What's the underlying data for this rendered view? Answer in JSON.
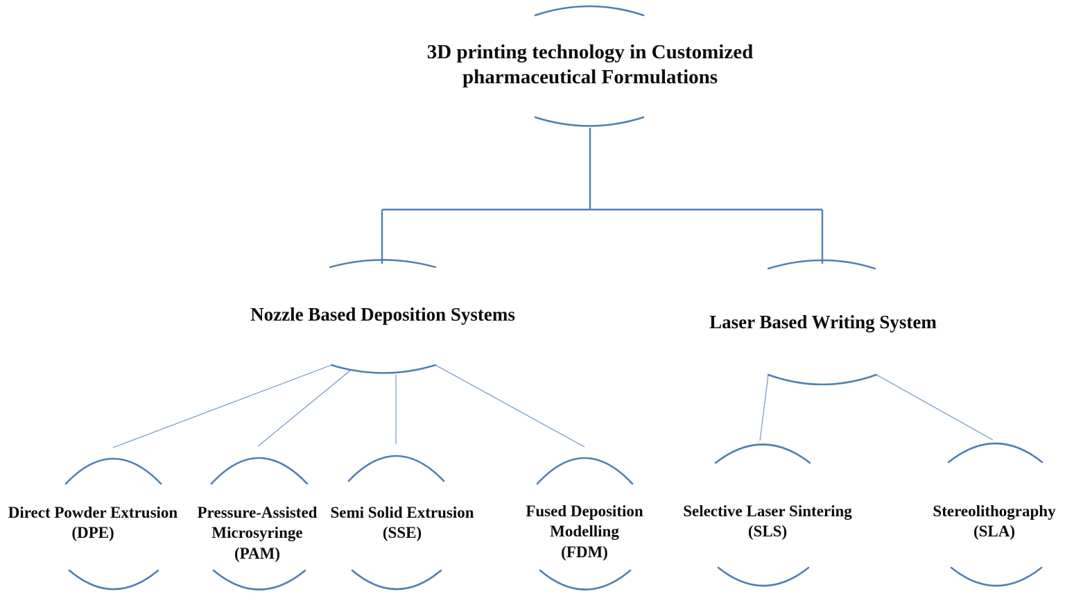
{
  "figure": {
    "kind": "hierarchy-tree-diagram",
    "background_color": "#ffffff",
    "line_color": "#4f7fb3",
    "thin_line_color": "#6d96c4",
    "text_color": "#0d0d0d"
  },
  "tree": {
    "root": {
      "id": "root",
      "label": "3D printing technology in Customized\npharmaceutical  Formulations"
    },
    "level2": [
      {
        "id": "nozzle-based-deposition-systems",
        "label": "Nozzle Based Deposition Systems"
      },
      {
        "id": "laser-based-writing-system",
        "label": "Laser Based Writing System"
      }
    ],
    "leaves": [
      {
        "id": "direct-powder-extrusion",
        "parent": "nozzle-based-deposition-systems",
        "name": "Direct Powder Extrusion",
        "abbr": "(DPE)",
        "label": "Direct Powder Extrusion\n(DPE)"
      },
      {
        "id": "pressure-assisted-microsyringe",
        "parent": "nozzle-based-deposition-systems",
        "name": "Pressure-Assisted Microsyringe",
        "abbr": "(PAM)",
        "label": "Pressure-Assisted\nMicrosyringe\n(PAM)"
      },
      {
        "id": "semi-solid-extrusion",
        "parent": "nozzle-based-deposition-systems",
        "name": "Semi Solid  Extrusion",
        "abbr": "(SSE)",
        "label": "Semi Solid  Extrusion\n(SSE)"
      },
      {
        "id": "fused-deposition-modelling",
        "parent": "nozzle-based-deposition-systems",
        "name": "Fused Deposition Modelling",
        "abbr": "(FDM)",
        "label": "Fused Deposition\nModelling\n(FDM)"
      },
      {
        "id": "selective-laser-sintering",
        "parent": "laser-based-writing-system",
        "name": "Selective Laser Sintering",
        "abbr": "(SLS)",
        "label": "Selective Laser Sintering\n(SLS)"
      },
      {
        "id": "stereolithography",
        "parent": "laser-based-writing-system",
        "name": "Stereolithography",
        "abbr": "(SLA)",
        "label": "Stereolithography\n(SLA)"
      }
    ]
  }
}
